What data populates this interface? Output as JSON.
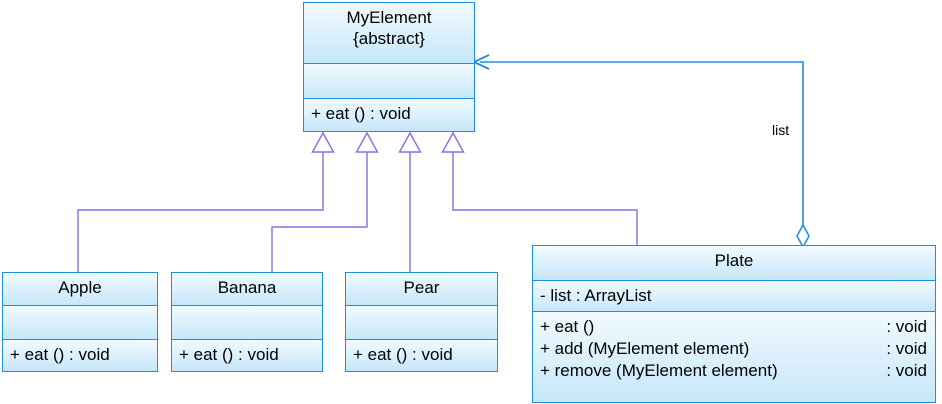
{
  "diagram": {
    "type": "uml-class-diagram",
    "colors": {
      "class_border": "#1b8fe0",
      "class_fill_top": "#f2fafe",
      "class_fill_bottom": "#c6e7fa",
      "generalization_line": "#7b73e8",
      "association_line": "#1b8fe0",
      "text": "#000000"
    },
    "classes": {
      "myelement": {
        "name": "MyElement",
        "stereotype": "{abstract}",
        "attributes": [],
        "operations": [
          {
            "text": "+  eat () : void",
            "signature": "+  eat ()",
            "return": ""
          }
        ]
      },
      "apple": {
        "name": "Apple",
        "attributes": [],
        "operations": [
          {
            "text": "+  eat () : void",
            "signature": "+  eat ()",
            "return": ""
          }
        ]
      },
      "banana": {
        "name": "Banana",
        "attributes": [],
        "operations": [
          {
            "text": "+  eat () : void",
            "signature": "+  eat ()",
            "return": ""
          }
        ]
      },
      "pear": {
        "name": "Pear",
        "attributes": [],
        "operations": [
          {
            "text": "+  eat () : void",
            "signature": "+  eat ()",
            "return": ""
          }
        ]
      },
      "plate": {
        "name": "Plate",
        "attributes": [
          {
            "text": "-  list : ArrayList"
          }
        ],
        "operations": [
          {
            "signature": "+  eat ()",
            "return": ": void"
          },
          {
            "signature": "+  add (MyElement element)",
            "return": ": void"
          },
          {
            "signature": "+  remove (MyElement element)",
            "return": ": void"
          }
        ]
      }
    },
    "relationships": {
      "generalizations": [
        {
          "from": "Apple",
          "to": "MyElement",
          "kind": "generalization"
        },
        {
          "from": "Banana",
          "to": "MyElement",
          "kind": "generalization"
        },
        {
          "from": "Pear",
          "to": "MyElement",
          "kind": "generalization"
        },
        {
          "from": "Plate",
          "to": "MyElement",
          "kind": "generalization"
        }
      ],
      "aggregation": {
        "from": "Plate",
        "to": "MyElement",
        "kind": "aggregation",
        "label": "list"
      }
    }
  }
}
